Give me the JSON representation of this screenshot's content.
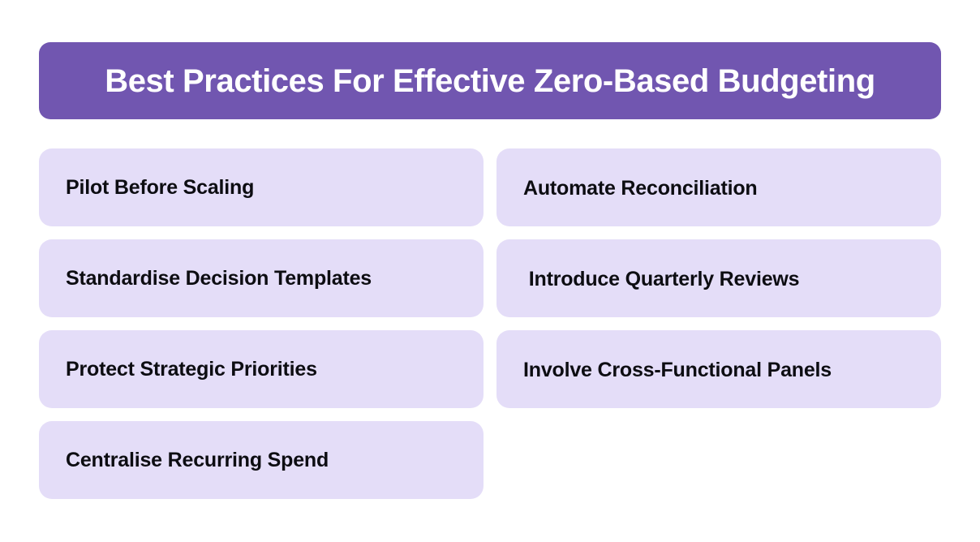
{
  "header": {
    "title": "Best Practices For Effective Zero-Based Budgeting",
    "background_color": "#7156B0",
    "text_color": "#FFFFFF"
  },
  "cards": {
    "background_color": "#E4DDF8",
    "text_color": "#0D0D12",
    "items": [
      {
        "label": "Pilot Before Scaling",
        "column": "left"
      },
      {
        "label": "Automate Reconciliation",
        "column": "right"
      },
      {
        "label": "Standardise Decision Templates",
        "column": "left"
      },
      {
        "label": " Introduce Quarterly Reviews",
        "column": "right"
      },
      {
        "label": "Protect Strategic Priorities",
        "column": "left"
      },
      {
        "label": "Involve Cross-Functional Panels",
        "column": "right"
      },
      {
        "label": "Centralise Recurring Spend",
        "column": "left"
      }
    ]
  },
  "canvas": {
    "background_color": "#FFFFFF"
  }
}
